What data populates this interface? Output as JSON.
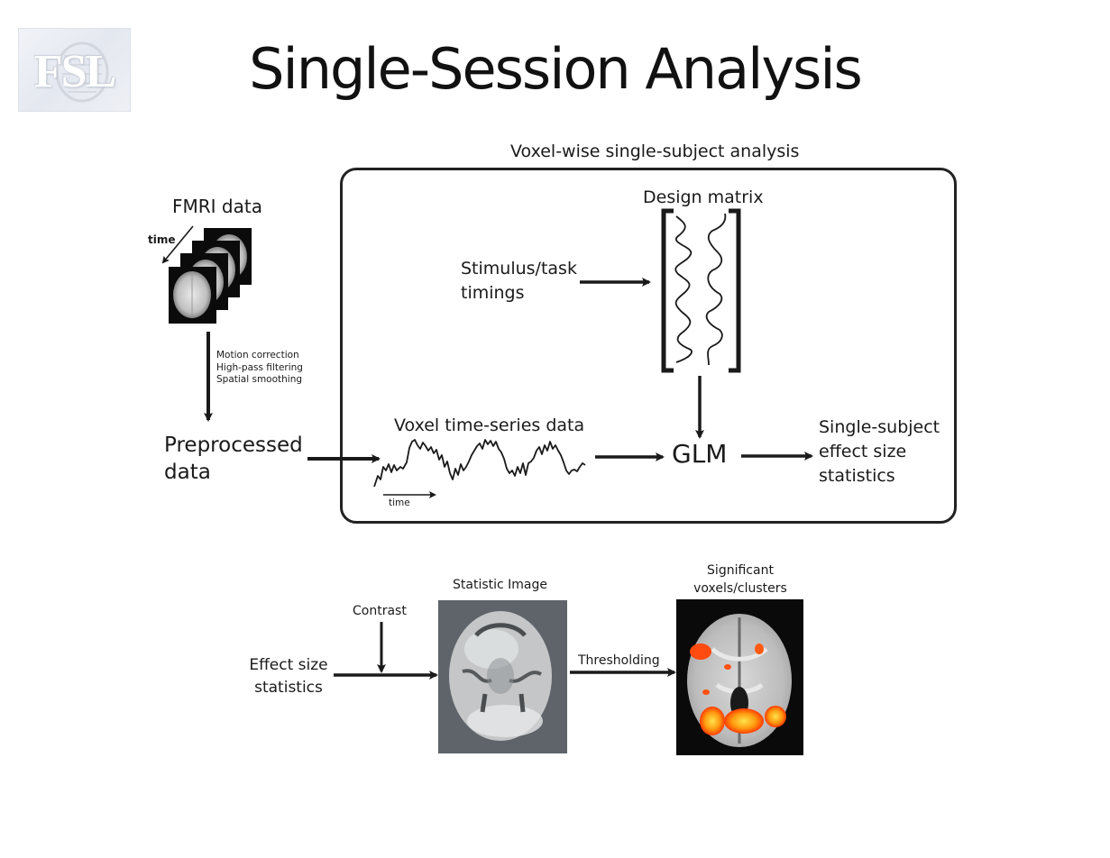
{
  "slide": {
    "title": "Single-Session Analysis",
    "logo_text": "FSL"
  },
  "pipeline": {
    "box_title": "Voxel-wise single-subject analysis",
    "fmri_label": "FMRI data",
    "time_axis_label": "time",
    "preprocessing_steps": [
      "Motion correction",
      "High-pass filtering",
      "Spatial smoothing"
    ],
    "preprocessed_label": [
      "Preprocessed",
      "data"
    ],
    "design_matrix_label": "Design matrix",
    "stimulus_label": [
      "Stimulus/task",
      "timings"
    ],
    "voxel_ts_label": "Voxel time-series data",
    "voxel_time_label": "time",
    "glm_label": "GLM",
    "output_label": [
      "Single-subject",
      "effect size",
      "statistics"
    ]
  },
  "inference": {
    "effect_label": [
      "Effect size",
      "statistics"
    ],
    "contrast_label": "Contrast",
    "statistic_image_label": "Statistic Image",
    "thresholding_label": "Thresholding",
    "significant_label": [
      "Significant",
      "voxels/clusters"
    ]
  },
  "colors": {
    "ink": "#1a1a1a",
    "stat_bg": "#5e6469",
    "sig_bg": "#0a0a0a",
    "activation": "#ff6a00",
    "activation_hot": "#ffd23a"
  }
}
